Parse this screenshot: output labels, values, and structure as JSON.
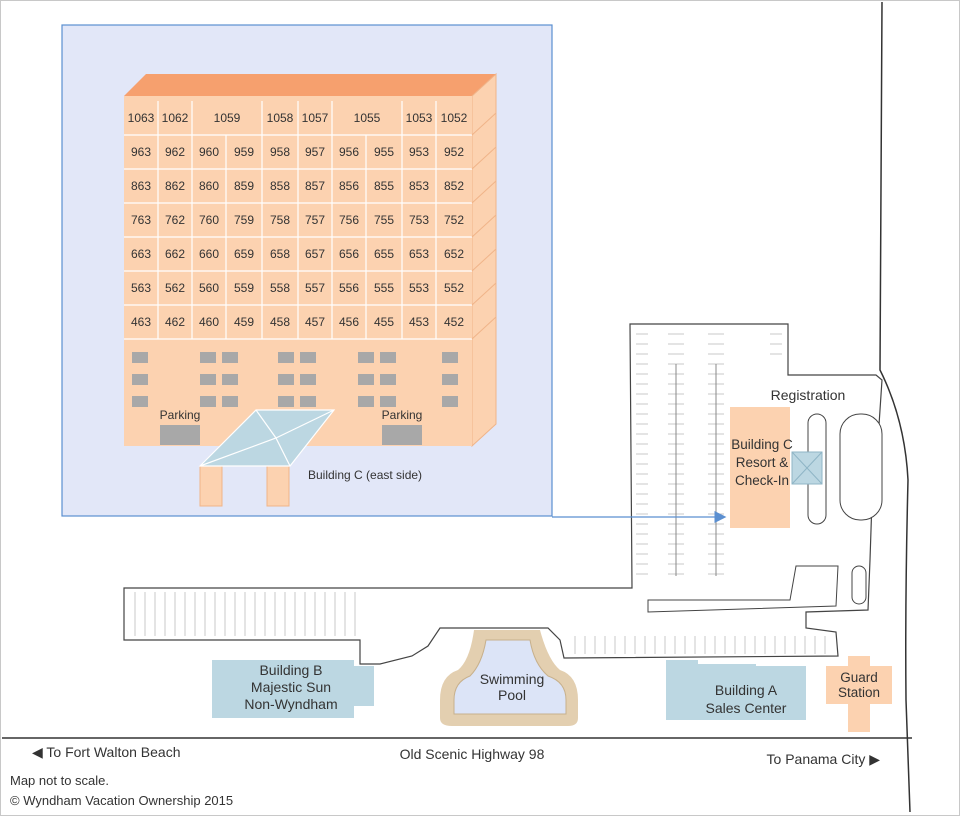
{
  "building_c_inset": {
    "caption": "Building C (east side)",
    "floors": [
      [
        "1063",
        "1062",
        "1059",
        "1058",
        "1057",
        "1055",
        "1053",
        "1052"
      ],
      [
        "963",
        "962",
        "960",
        "959",
        "958",
        "957",
        "956",
        "955",
        "953",
        "952"
      ],
      [
        "863",
        "862",
        "860",
        "859",
        "858",
        "857",
        "856",
        "855",
        "853",
        "852"
      ],
      [
        "763",
        "762",
        "760",
        "759",
        "758",
        "757",
        "756",
        "755",
        "753",
        "752"
      ],
      [
        "663",
        "662",
        "660",
        "659",
        "658",
        "657",
        "656",
        "655",
        "653",
        "652"
      ],
      [
        "563",
        "562",
        "560",
        "559",
        "558",
        "557",
        "556",
        "555",
        "553",
        "552"
      ],
      [
        "463",
        "462",
        "460",
        "459",
        "458",
        "457",
        "456",
        "455",
        "453",
        "452"
      ]
    ],
    "parking_left": "Parking",
    "parking_right": "Parking"
  },
  "labels": {
    "registration": "Registration",
    "building_c_line1": "Building C",
    "building_c_line2": "Resort &",
    "building_c_line3": "Check-In",
    "building_b_line1": "Building B",
    "building_b_line2": "Majestic Sun",
    "building_b_line3": "Non-Wyndham",
    "pool_line1": "Swimming",
    "pool_line2": "Pool",
    "building_a_line1": "Building A",
    "building_a_line2": "Sales Center",
    "guard_line1": "Guard",
    "guard_line2": "Station"
  },
  "road": {
    "west": "◀ To Fort Walton Beach",
    "name": "Old Scenic Highway 98",
    "east": "To Panama City ▶"
  },
  "footer": {
    "note": "Map not to scale.",
    "copyright": "© Wyndham Vacation Ownership 2015"
  },
  "colors": {
    "inset_bg": "#e2e7f8",
    "inset_border": "#5b8fd0",
    "building_front": "#fcd2b0",
    "building_top": "#f6a06e",
    "building_building_blue": "#bcd7e2",
    "pool_deck": "#e3cfb0",
    "pool_water": "#dce4f7"
  }
}
